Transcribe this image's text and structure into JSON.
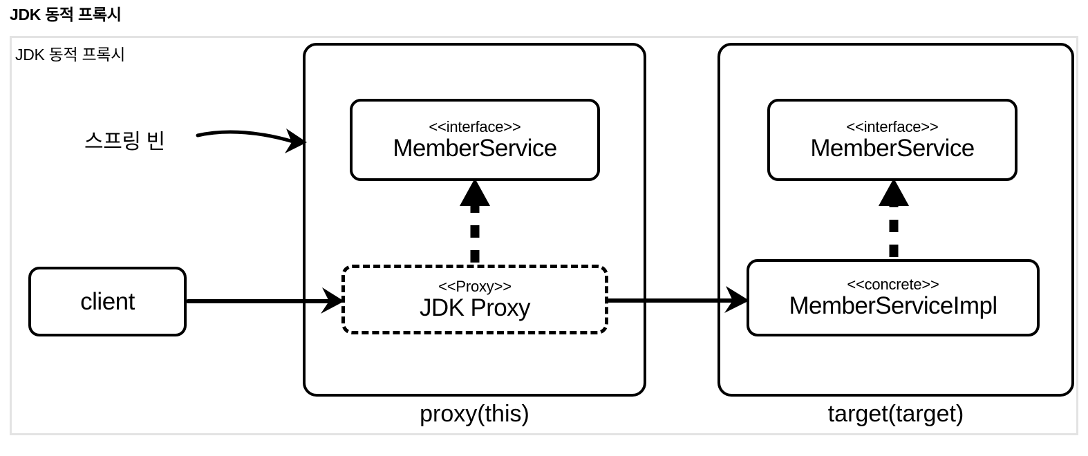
{
  "heading": "JDK 동적 프록시",
  "diagram": {
    "frame_label": "JDK 동적 프록시",
    "frame_border_color": "#e3e3e3",
    "stroke_color": "#000000",
    "background": "#ffffff",
    "annotations": {
      "spring_bean": "스프링 빈"
    },
    "client": {
      "label": "client"
    },
    "containers": [
      {
        "id": "proxy",
        "caption": "proxy(this)",
        "nodes": [
          {
            "id": "proxy-interface",
            "stereotype": "<<interface>>",
            "name": "MemberService",
            "border": "solid"
          },
          {
            "id": "jdk-proxy",
            "stereotype": "<<Proxy>>",
            "name": "JDK Proxy",
            "border": "dashed"
          }
        ]
      },
      {
        "id": "target",
        "caption": "target(target)",
        "nodes": [
          {
            "id": "target-interface",
            "stereotype": "<<interface>>",
            "name": "MemberService",
            "border": "solid"
          },
          {
            "id": "member-service-impl",
            "stereotype": "<<concrete>>",
            "name": "MemberServiceImpl",
            "border": "solid"
          }
        ]
      }
    ],
    "edges": [
      {
        "id": "spring-bean-to-proxy",
        "from": "스프링 빈",
        "to": "proxy(this)",
        "style": "curved-arrow"
      },
      {
        "id": "client-to-jdk-proxy",
        "from": "client",
        "to": "JDK Proxy",
        "style": "solid-arrow"
      },
      {
        "id": "jdk-proxy-to-impl",
        "from": "JDK Proxy",
        "to": "MemberServiceImpl",
        "style": "solid-arrow"
      },
      {
        "id": "jdk-proxy-implements",
        "from": "JDK Proxy",
        "to": "MemberService",
        "style": "dashed-realization"
      },
      {
        "id": "impl-implements",
        "from": "MemberServiceImpl",
        "to": "MemberService",
        "style": "dashed-realization"
      }
    ]
  }
}
